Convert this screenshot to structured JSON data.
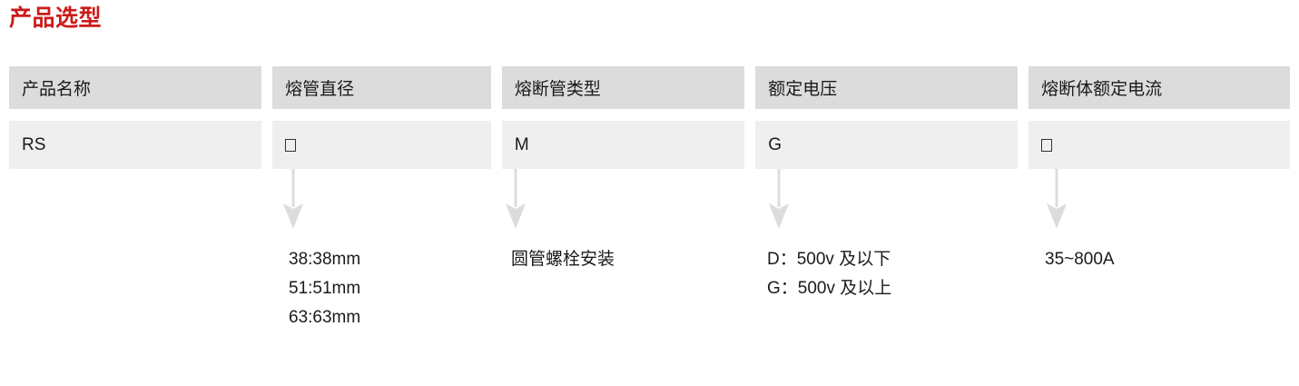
{
  "page": {
    "title": "产品选型",
    "title_color": "#cc1a1a",
    "background": "#ffffff"
  },
  "table": {
    "header_bg": "#dcdcdc",
    "value_bg": "#efefef",
    "columns": [
      {
        "header": "产品名称",
        "value": "RS",
        "value_is_box": false
      },
      {
        "header": "熔管直径",
        "value": "□",
        "value_is_box": true
      },
      {
        "header": "熔断管类型",
        "value": "M",
        "value_is_box": false
      },
      {
        "header": "额定电压",
        "value": "G",
        "value_is_box": false
      },
      {
        "header": "熔断体额定电流",
        "value": "□",
        "value_is_box": true
      }
    ]
  },
  "arrows": {
    "color": "#dcdcdc",
    "columns_with_arrow": [
      2,
      3,
      4,
      5
    ]
  },
  "descriptions": [
    {
      "column": 1,
      "lines": []
    },
    {
      "column": 2,
      "lines": [
        "38:38mm",
        "51:51mm",
        "63:63mm"
      ]
    },
    {
      "column": 3,
      "lines": [
        "圆管螺栓安装"
      ]
    },
    {
      "column": 4,
      "lines": [
        "D：500v 及以下",
        "G：500v 及以上"
      ]
    },
    {
      "column": 5,
      "lines": [
        "35~800A"
      ]
    }
  ]
}
